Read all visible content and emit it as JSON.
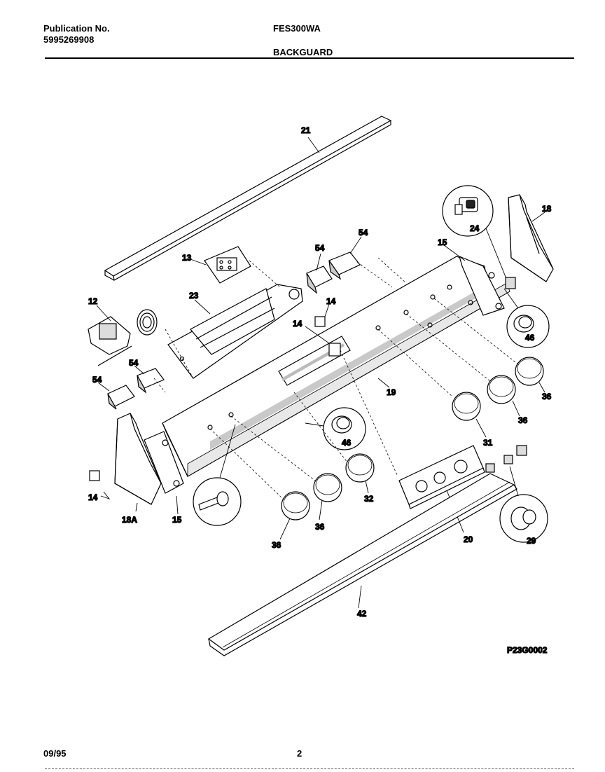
{
  "header": {
    "publication_label": "Publication No.",
    "publication_number": "5995269908",
    "model": "FES300WA",
    "section": "BACKGUARD"
  },
  "diagram": {
    "drawing_code": "P23G0002",
    "callouts": {
      "c21": "21",
      "c18": "18",
      "c24": "24",
      "c15_top": "15",
      "c54_a": "54",
      "c54_b": "54",
      "c13": "13",
      "c23": "23",
      "c12": "12",
      "c14_a": "14",
      "c14_b": "14",
      "c46_top": "46",
      "c36_r1": "36",
      "c36_r2": "36",
      "c19": "19",
      "c54_c": "54",
      "c54_d": "54",
      "c31": "31",
      "c46_mid": "46",
      "c32": "32",
      "c36_m1": "36",
      "c36_m2": "36",
      "c20": "20",
      "c29": "29",
      "c14_c": "14",
      "c18a": "18A",
      "c15_bot": "15",
      "c42": "42"
    }
  },
  "footer": {
    "date": "09/95",
    "page": "2"
  }
}
